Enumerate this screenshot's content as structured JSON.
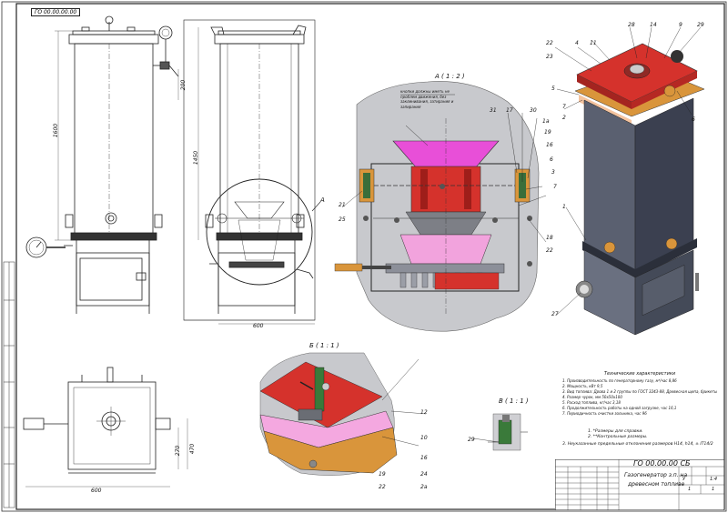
{
  "document_code": "ГО 00.00.00.00",
  "section_a_title": "A ( 1 : 2 )",
  "section_b_title": "Б ( 1 : 1 )",
  "section_v_title": "В ( 1 : 1 )",
  "callout_a": "A",
  "annotation_a_text": "кнопки должны иметь не проблем движения, без заклинивания, затирания и запирания",
  "callouts_iso": [
    "22",
    "23",
    "4",
    "11",
    "28",
    "14",
    "9",
    "29",
    "5",
    "2",
    "1",
    "6",
    "7",
    "27"
  ],
  "callouts_a": [
    "31",
    "17",
    "30",
    "1а",
    "19",
    "16",
    "6",
    "3",
    "7",
    "21",
    "25",
    "18",
    "22"
  ],
  "callouts_b": [
    "12",
    "10",
    "16",
    "19",
    "22",
    "24",
    "2а"
  ],
  "callouts_v": [
    "29"
  ],
  "dimensions": {
    "front_height": "1600",
    "side_height": "1450",
    "side_width": "600",
    "plan_width": "600",
    "plan_depth": "470",
    "plan_depth2": "270",
    "gauge_dim": "200"
  },
  "specs": {
    "title": "Технические характеристики",
    "items": [
      "1. Производительность по генераторному газу, м³/час  8,86",
      "2. Мощность, кВт  9,5",
      "3. Вид топлива:  Дрова 1 и 2 группы по ГОСТ 3243-88, Древесная щепа, брикеты",
      "4. Размер чурок, мм  50х50х100",
      "5. Расход топлива, кг/час  3,18",
      "6. Продолжительность работы на одной загрузке, час  16,1",
      "7. Периодичность очистки зольника, час  96"
    ],
    "notes": [
      "1. *Размеры для справки.",
      "2. **Контрольные размеры.",
      "3. Неуказанные предельные отклонения размеров H14, h14, ± IT14/2"
    ]
  },
  "title_block": {
    "code": "ГО 00.00.00 СБ",
    "name_line1": "Газогенератор з.п. на",
    "name_line2": "древесном топливе",
    "sheet": "1",
    "sheets": "1",
    "mass": "",
    "scale": "1:4",
    "letter": "У"
  },
  "colors": {
    "red": "#d5322c",
    "magenta": "#e84fd8",
    "pink": "#f4a8e0",
    "orange": "#d9953b",
    "steel": "#8b93a6",
    "dark": "#2f3440",
    "gray_bg": "#cfcfd3",
    "green": "#3a7a3a"
  }
}
